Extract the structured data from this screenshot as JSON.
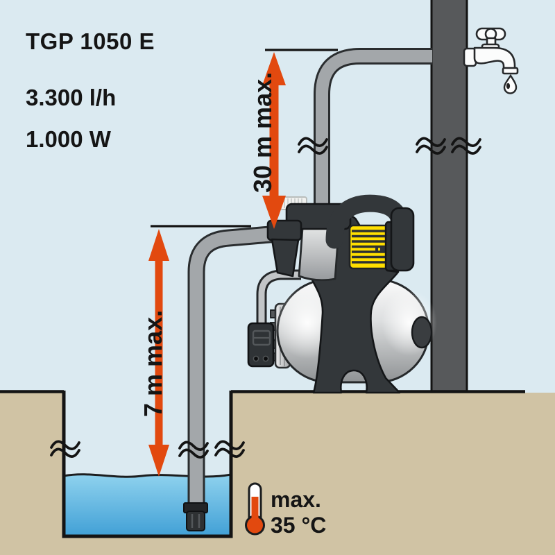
{
  "product": {
    "model": "TGP 1050 E",
    "flow_rate": "3.300 l/h",
    "power": "1.000 W"
  },
  "annotations": {
    "delivery_height": "30 m max.",
    "suction_depth": "7 m max.",
    "temperature_prefix": "max.",
    "temperature_value": "35 °C"
  },
  "colors": {
    "background": "#dbeaf1",
    "accent_red": "#e2490f",
    "ground": "#d0c3a4",
    "pillar": "#57595b",
    "pipe_gray": "#a3a7aa",
    "pump_dark": "#33373a",
    "motor_yellow": "#ffdf00",
    "water_top": "#8fd2ee",
    "water_bottom": "#41a0d6"
  }
}
